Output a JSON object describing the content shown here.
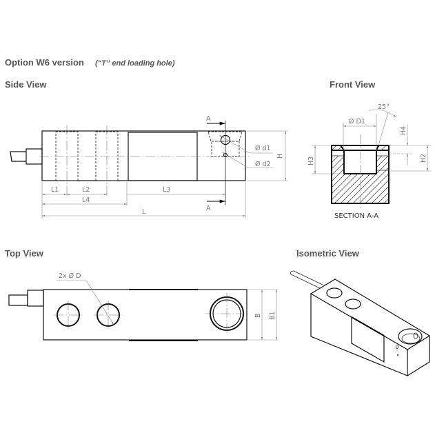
{
  "title": "Option W6 version",
  "subtitle": "(“T” end loading hole)",
  "side_view": {
    "heading": "Side View",
    "labels": {
      "L1": "L1",
      "L2": "L2",
      "L3": "L3",
      "L4": "L4",
      "L": "L",
      "H": "H",
      "d1": "Ø d1",
      "d2": "Ø d2",
      "section_mark_top": "A",
      "section_mark_bottom": "A"
    }
  },
  "front_view": {
    "heading": "Front View",
    "labels": {
      "D1": "Ø D1",
      "angle": "25°",
      "H2": "H2",
      "H3": "H3",
      "H4": "H4"
    },
    "caption": "SECTION A-A"
  },
  "top_view": {
    "heading": "Top View",
    "labels": {
      "D": "2x  Ø D",
      "B": "B",
      "B1": "B1"
    }
  },
  "isometric_view": {
    "heading": "Isometric View"
  }
}
